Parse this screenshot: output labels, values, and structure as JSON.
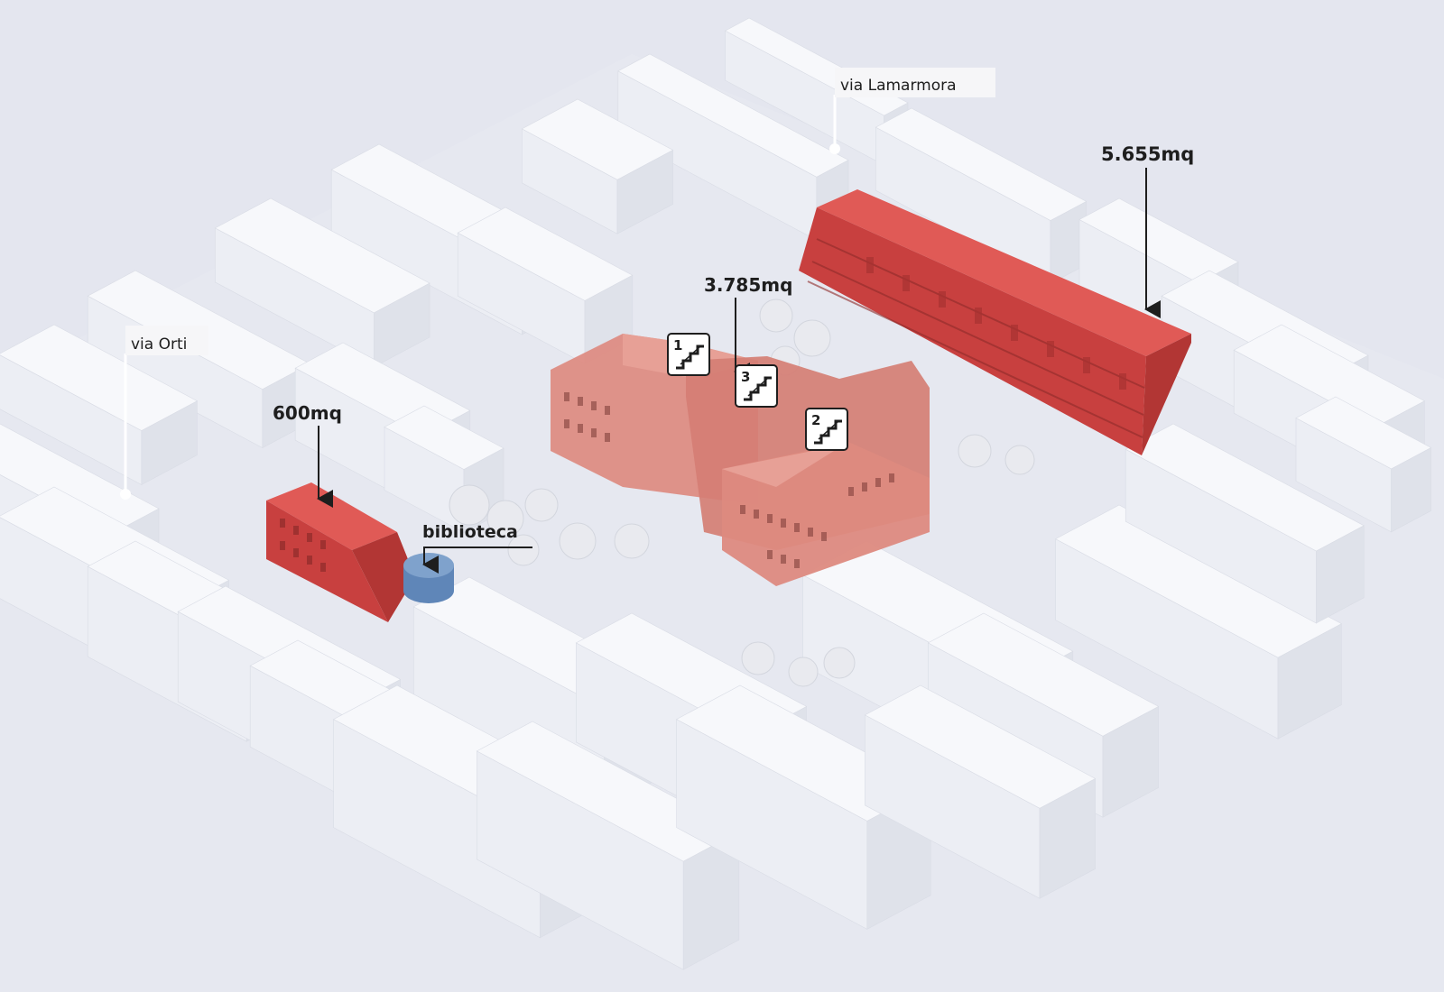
{
  "streets": {
    "lamarmora": "via Lamarmora",
    "orti": "via Orti"
  },
  "areas": {
    "a5655": "5.655mq",
    "a3785": "3.785mq",
    "a600": "600mq",
    "biblioteca": "biblioteca"
  },
  "stairs": [
    {
      "number": "1"
    },
    {
      "number": "3"
    },
    {
      "number": "2"
    }
  ],
  "colors": {
    "background": "#e4e6ef",
    "building_top": "#f7f8fb",
    "building_left": "#eceef4",
    "building_right": "#dfe2ea",
    "highlight_red": "#c8403f",
    "highlight_pink": "#dd8a80",
    "library_blue": "#5f86b8",
    "text": "#1e1e1e"
  }
}
